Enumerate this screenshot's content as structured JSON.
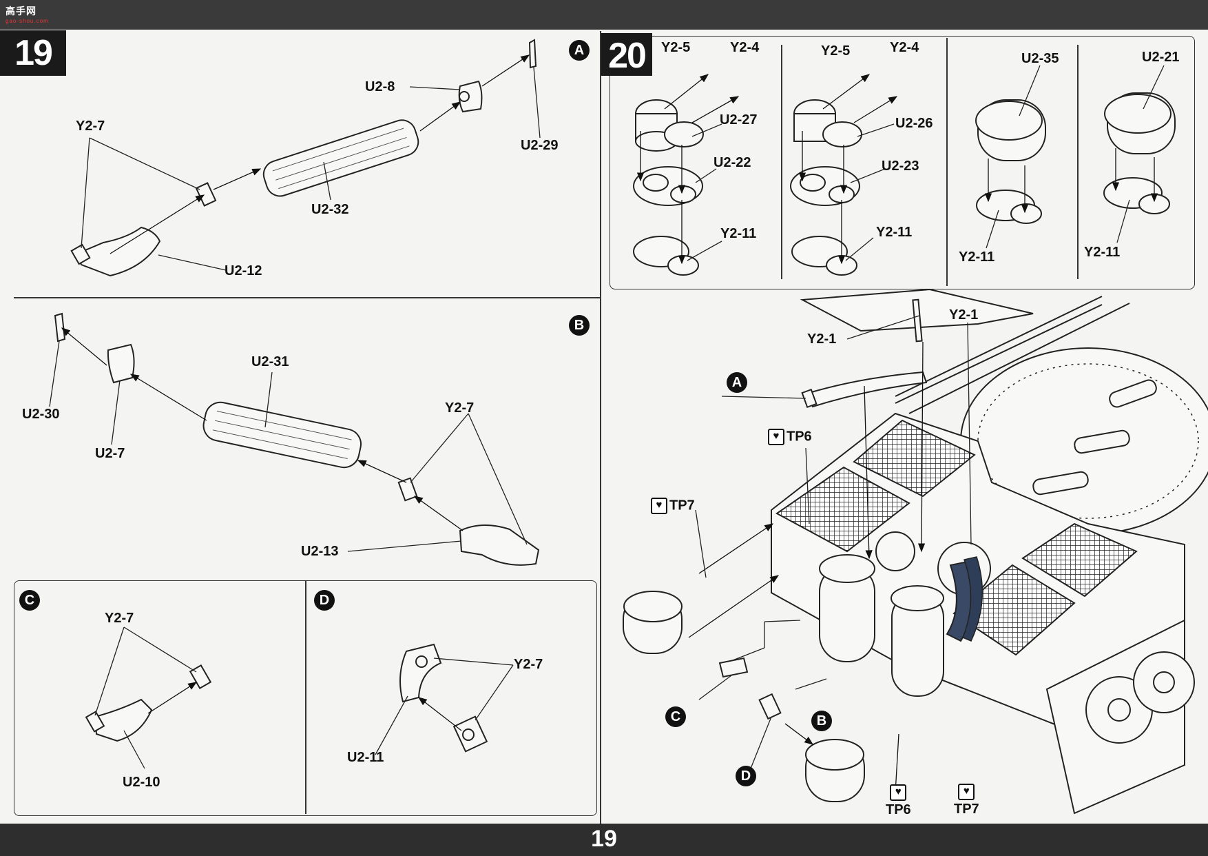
{
  "page": {
    "number": "19",
    "watermark": "高手网",
    "watermark_sub": "gao-shou.com"
  },
  "steps": [
    {
      "number": "19"
    },
    {
      "number": "20"
    }
  ],
  "step19": {
    "A": {
      "marker": "A",
      "parts": [
        "U2-8",
        "Y2-7",
        "U2-29",
        "U2-32",
        "U2-12"
      ]
    },
    "B": {
      "marker": "B",
      "parts": [
        "U2-31",
        "U2-30",
        "U2-7",
        "Y2-7",
        "U2-13"
      ]
    },
    "C": {
      "marker": "C",
      "parts": [
        "Y2-7",
        "U2-10"
      ]
    },
    "D": {
      "marker": "D",
      "parts": [
        "Y2-7",
        "U2-11"
      ]
    }
  },
  "step20_details": {
    "box1": [
      "Y2-5",
      "Y2-4",
      "U2-27",
      "U2-22",
      "Y2-11"
    ],
    "box2": [
      "Y2-5",
      "Y2-4",
      "U2-26",
      "U2-23",
      "Y2-11"
    ],
    "box3": [
      "U2-35",
      "Y2-11"
    ],
    "box4": [
      "U2-21",
      "Y2-11"
    ]
  },
  "step20_main": {
    "labels": [
      "Y2-1",
      "Y2-1",
      "TP6",
      "TP7",
      "TP6",
      "TP7"
    ],
    "markers": [
      "A",
      "B",
      "C",
      "D"
    ]
  }
}
